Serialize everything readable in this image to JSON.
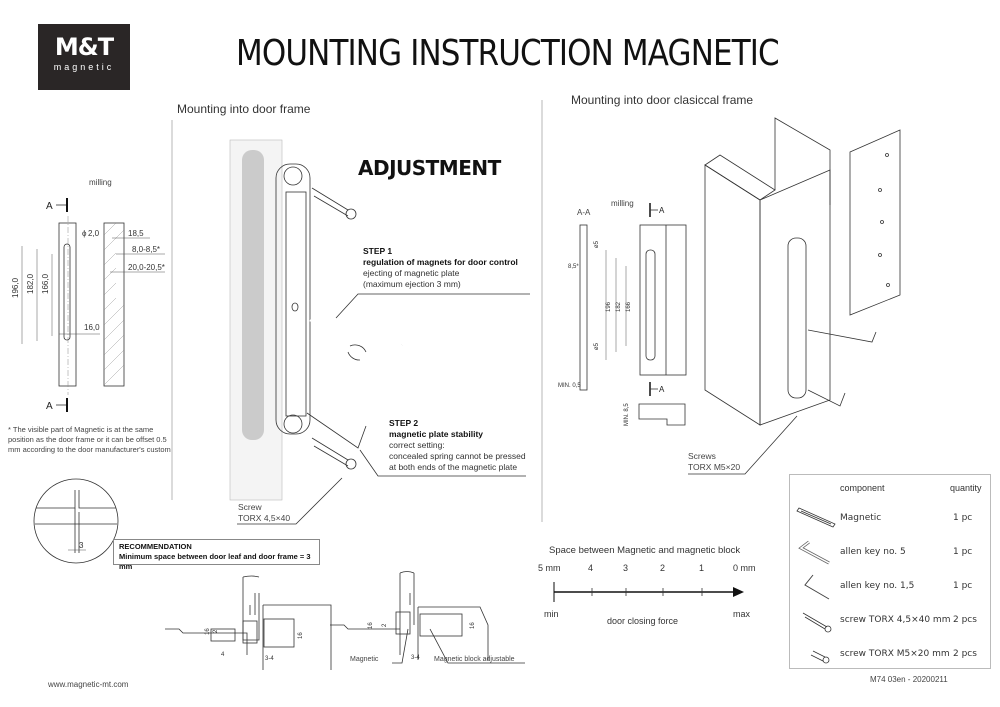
{
  "logo": {
    "brand": "M&T",
    "sub": "magnetic"
  },
  "header": {
    "title": "MOUNTING INSTRUCTION MAGNETIC"
  },
  "left_section": {
    "title": "Mounting into door frame",
    "milling_label": "milling",
    "section_marker": "A",
    "dimensions": {
      "d196": "196,0",
      "d182": "182,0",
      "d166": "166,0",
      "phi": "2,0",
      "w16": "16,0",
      "d18_5": "18,5",
      "d8": "8,0-8,5*",
      "d20": "20,0-20,5*"
    },
    "note": "* The visible part of Magnetic is at the same position as the door frame or it can be offset 0.5 mm according to the door manufacturer's custom",
    "detail_gap": "3"
  },
  "adjustment": {
    "title": "ADJUSTMENT",
    "step1": {
      "label": "STEP 1",
      "heading": "regulation of magnets for door control",
      "line1": "ejecting of magnetic plate",
      "line2": "(maximum ejection 3 mm)"
    },
    "step2": {
      "label": "STEP 2",
      "heading": "magnetic plate stability",
      "line1": "correct setting:",
      "line2": "concealed spring cannot be pressed",
      "line3": "at both ends of the magnetic plate"
    },
    "screw_label": "Screw",
    "screw_spec": "TORX 4,5×40"
  },
  "recommendation": {
    "title": "RECOMMENDATION",
    "text": "Minimum space between door leaf and door frame = 3 mm"
  },
  "right_section": {
    "title": "Mounting into door clasiccal frame",
    "section_label": "A-A",
    "milling_label": "milling",
    "section_marker": "A",
    "dimensions": {
      "phi5": "ø5",
      "d8_5": "8,5*",
      "d196": "196",
      "d182": "182",
      "d166": "166",
      "min05": "MIN. 0,5",
      "min85": "MIN. 8,5"
    },
    "screws_label": "Screws",
    "screws_spec": "TORX M5×20"
  },
  "bottom_drawings": {
    "d16a": "16",
    "d2": "2",
    "d4": "4",
    "d16b": "16",
    "d34": "3-4",
    "magnetic_label": "Magnetic",
    "block_label": "Magnetic block adjustable"
  },
  "force_scale": {
    "title": "Space between Magnetic and magnetic block",
    "ticks": [
      "5 mm",
      "4",
      "3",
      "2",
      "1",
      "0 mm"
    ],
    "min_label": "min",
    "max_label": "max",
    "axis_label": "door closing force"
  },
  "components": {
    "header_component": "component",
    "header_quantity": "quantity",
    "items": [
      {
        "name": "Magnetic",
        "qty": "1 pc",
        "icon": "magnetic-icon"
      },
      {
        "name": "allen key no. 5",
        "qty": "1 pc",
        "icon": "allen-key-large-icon"
      },
      {
        "name": "allen key no. 1,5",
        "qty": "1 pc",
        "icon": "allen-key-small-icon"
      },
      {
        "name": "screw TORX 4,5×40 mm",
        "qty": "2 pcs",
        "icon": "long-screw-icon"
      },
      {
        "name": "screw TORX M5×20 mm",
        "qty": "2 pcs",
        "icon": "short-screw-icon"
      }
    ]
  },
  "footer": {
    "website": "www.magnetic-mt.com",
    "doc_code": "M74 03en - 20200211"
  }
}
